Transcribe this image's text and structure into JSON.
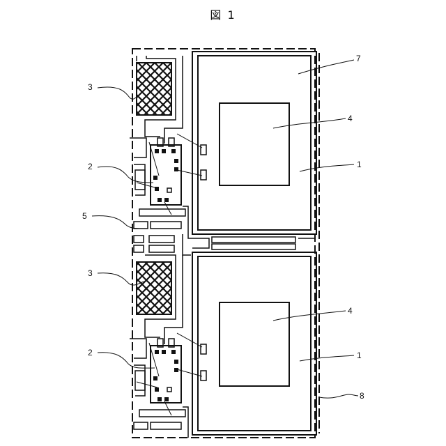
{
  "figure": {
    "title": "図 1",
    "labels": {
      "chip_top": "1",
      "chip_bottom": "1",
      "ic_top": "2",
      "ic_bottom": "2",
      "mesh_top": "3",
      "mesh_bottom": "3",
      "window_top": "4",
      "window_bottom": "4",
      "pattern": "5",
      "frame": "7",
      "boundary": "8"
    }
  }
}
